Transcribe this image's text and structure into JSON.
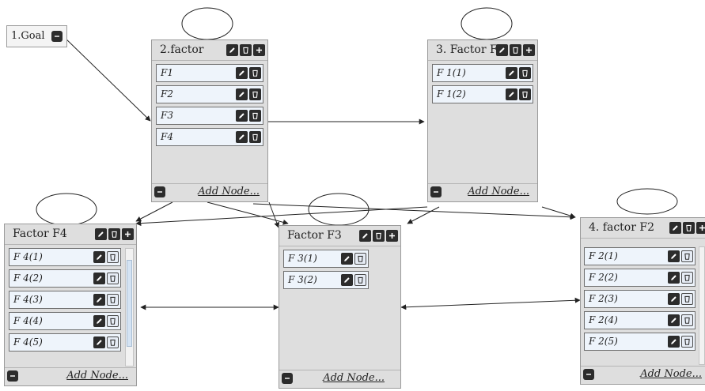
{
  "goal": {
    "label": "1.Goal"
  },
  "nodes": {
    "factor": {
      "title": "2.factor",
      "items": [
        "F1",
        "F2",
        "F3",
        "F4"
      ],
      "add_label": "Add Node..."
    },
    "factor_f1": {
      "title": "3. Factor F1",
      "items": [
        "F 1(1)",
        "F 1(2)"
      ],
      "add_label": "Add Node..."
    },
    "factor_f4": {
      "title": "Factor F4",
      "items": [
        "F 4(1)",
        "F 4(2)",
        "F 4(3)",
        "F 4(4)",
        "F 4(5)"
      ],
      "add_label": "Add Node..."
    },
    "factor_f3": {
      "title": "Factor F3",
      "items": [
        "F 3(1)",
        "F 3(2)"
      ],
      "add_label": "Add Node..."
    },
    "factor_f2": {
      "title": "4. factor F2",
      "items": [
        "F 2(1)",
        "F 2(2)",
        "F 2(3)",
        "F 2(4)",
        "F 2(5)"
      ],
      "add_label": "Add Node..."
    }
  },
  "icons": {
    "edit": "pencil-icon",
    "delete": "trash-icon",
    "add": "plus-icon",
    "collapse": "minus-icon"
  },
  "colors": {
    "node_bg": "#dedede",
    "item_bg": "#eef4fb",
    "button": "#2c2c2c",
    "link": "#222222"
  }
}
